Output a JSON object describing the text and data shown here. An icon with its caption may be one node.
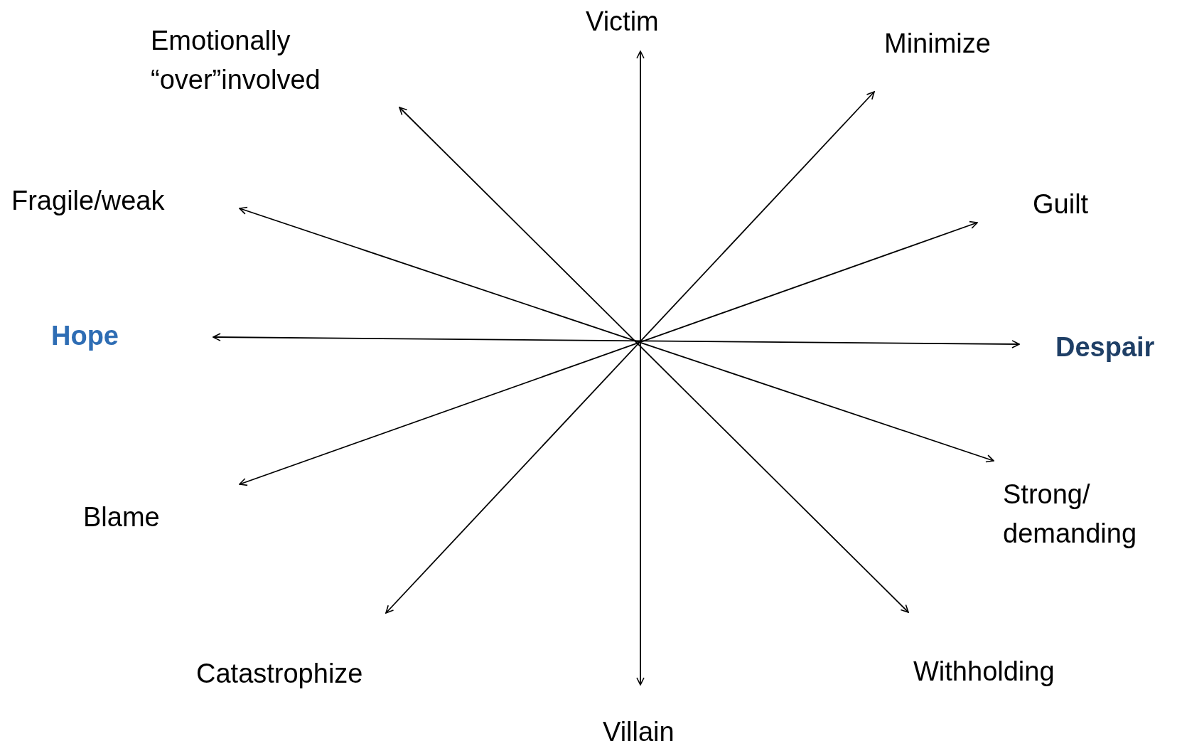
{
  "diagram": {
    "nodes": [
      {
        "text": [
          "Victim"
        ]
      },
      {
        "text": [
          "Emotionally “over”involved"
        ]
      },
      {
        "text": [
          "Minimize"
        ]
      },
      {
        "text": [
          "Fragile/weak"
        ]
      },
      {
        "text": [
          "Guilt"
        ]
      },
      {
        "text": [
          "Hope"
        ]
      },
      {
        "text": [
          "Despair"
        ]
      },
      {
        "text": [
          "Strong/ demanding"
        ]
      },
      {
        "text": [
          "Blame"
        ]
      },
      {
        "text": [
          "Withholding"
        ]
      },
      {
        "text": [
          "Catastrophize"
        ]
      },
      {
        "text": [
          "Villain"
        ]
      }
    ],
    "edges": [
      {
        "from": 0,
        "to": 11,
        "arrow": "both"
      },
      {
        "from": 1,
        "to": 9,
        "arrow": "both"
      },
      {
        "from": 2,
        "to": 10,
        "arrow": "both"
      },
      {
        "from": 3,
        "to": 7,
        "arrow": "both"
      },
      {
        "from": 4,
        "to": 8,
        "arrow": "both"
      },
      {
        "from": 5,
        "to": 6,
        "arrow": "both"
      }
    ]
  }
}
